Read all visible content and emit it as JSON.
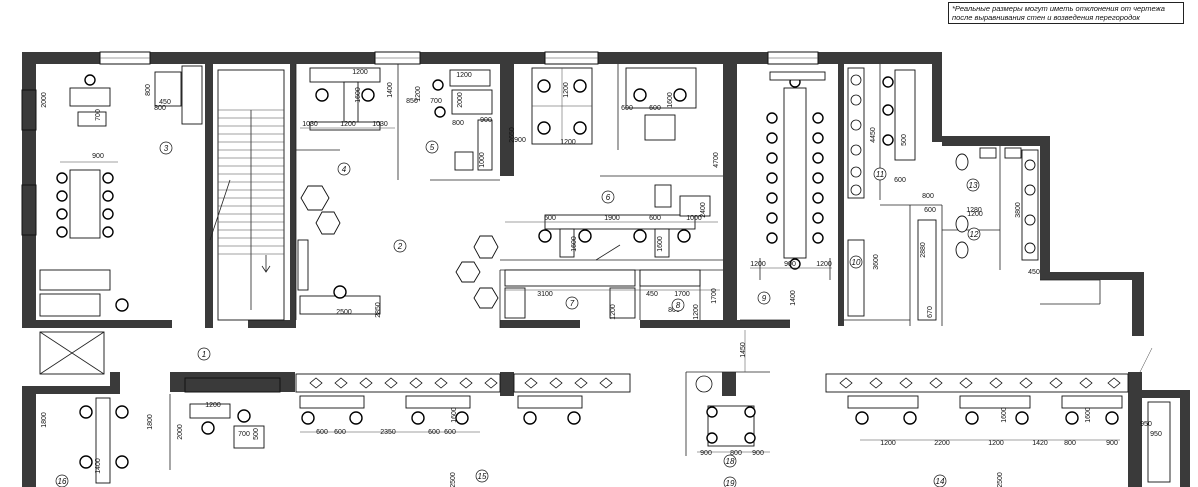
{
  "note": {
    "line1": "*Реальные размеры могут иметь отклонения от чертежа",
    "line2": "после выравнивания стен и возведения перегородок"
  },
  "rooms": [
    {
      "label": "1"
    },
    {
      "label": "2"
    },
    {
      "label": "3"
    },
    {
      "label": "4"
    },
    {
      "label": "5"
    },
    {
      "label": "6"
    },
    {
      "label": "7"
    },
    {
      "label": "8"
    },
    {
      "label": "9"
    },
    {
      "label": "10"
    },
    {
      "label": "11"
    },
    {
      "label": "12"
    },
    {
      "label": "13"
    },
    {
      "label": "14"
    },
    {
      "label": "15"
    },
    {
      "label": "16"
    },
    {
      "label": "18"
    },
    {
      "label": "19"
    }
  ],
  "dimensions": [
    "900",
    "2000",
    "800",
    "1200",
    "1400",
    "800",
    "450",
    "700",
    "850",
    "700",
    "1200",
    "1030",
    "1030",
    "1200",
    "1600",
    "1200",
    "800",
    "900",
    "2000",
    "1000",
    "2650",
    "900",
    "1200",
    "1200",
    "600",
    "600",
    "1600",
    "600",
    "1600",
    "1900",
    "1600",
    "1000",
    "600",
    "2400",
    "4700",
    "3600",
    "4450",
    "600",
    "500",
    "800",
    "1200",
    "900",
    "1200",
    "1400",
    "3100",
    "1700",
    "1200",
    "1200",
    "1700",
    "450",
    "800",
    "2500",
    "2850",
    "600",
    "1200",
    "3800",
    "2880",
    "1280",
    "450",
    "670",
    "1450",
    "2000",
    "1800",
    "1400",
    "1800",
    "1200",
    "700",
    "500",
    "600",
    "600",
    "2350",
    "600",
    "600",
    "1600",
    "2500",
    "900",
    "800",
    "900",
    "1200",
    "2200",
    "1200",
    "1420",
    "800",
    "900",
    "1600",
    "1600",
    "2500",
    "950",
    "950"
  ]
}
